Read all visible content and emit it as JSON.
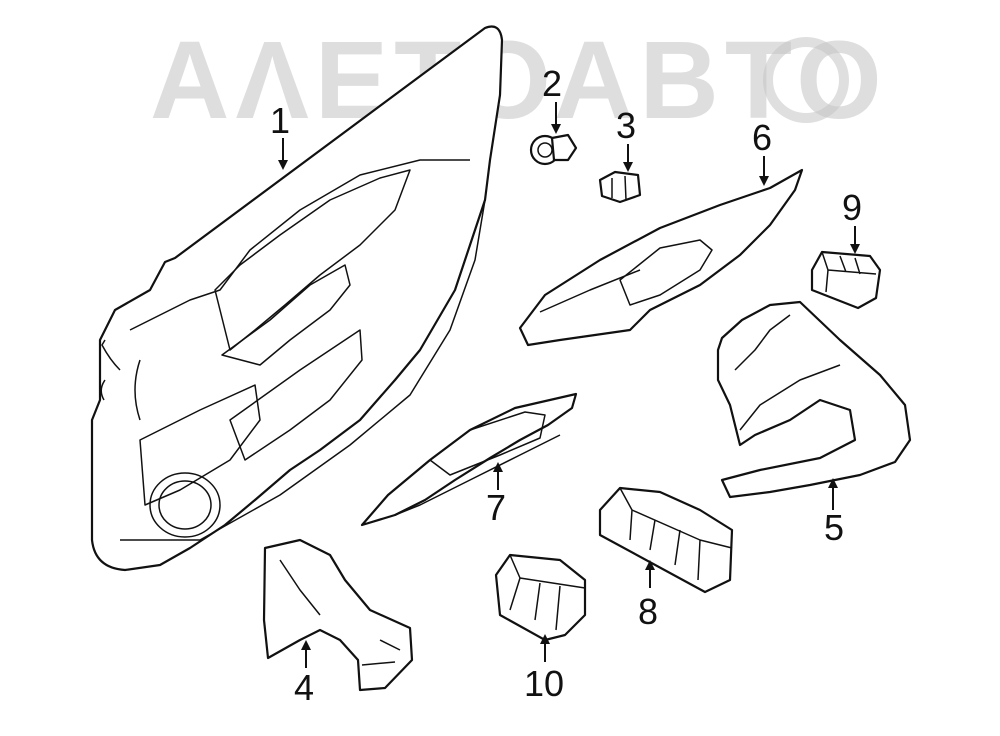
{
  "watermark": {
    "text": "ΑΛΕΤΟΑΒΤΟ",
    "color": "#c4c4c4"
  },
  "callouts": [
    {
      "id": "1",
      "label": "1"
    },
    {
      "id": "2",
      "label": "2"
    },
    {
      "id": "3",
      "label": "3"
    },
    {
      "id": "4",
      "label": "4"
    },
    {
      "id": "5",
      "label": "5"
    },
    {
      "id": "6",
      "label": "6"
    },
    {
      "id": "7",
      "label": "7"
    },
    {
      "id": "8",
      "label": "8"
    },
    {
      "id": "9",
      "label": "9"
    },
    {
      "id": "10",
      "label": "10"
    }
  ],
  "colors": {
    "line": "#111111",
    "background": "#ffffff"
  }
}
